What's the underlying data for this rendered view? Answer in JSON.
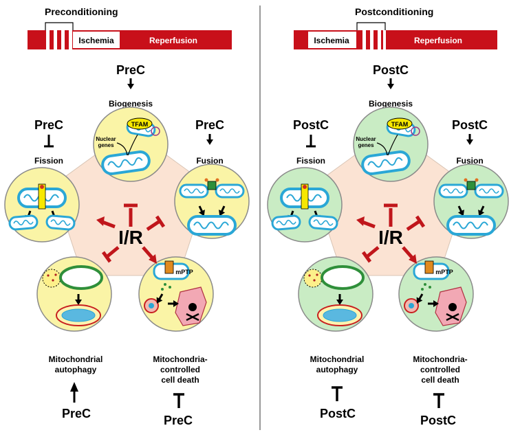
{
  "panels": [
    {
      "header": "Preconditioning",
      "timeline": {
        "ischemia": "Ischemia",
        "reperfusion": "Reperfusion"
      },
      "agent": "PreC",
      "circle_fill": "#faf4a6",
      "labels": {
        "biogenesis": "Biogenesis",
        "fission": "Fission",
        "fusion": "Fusion",
        "autophagy_line1": "Mitochondrial",
        "autophagy_line2": "autophagy",
        "death_line1": "Mitochondria-",
        "death_line2": "controlled",
        "death_line3": "cell death",
        "center": "I/R",
        "tfam": "TFAM",
        "nuclear1": "Nuclear",
        "nuclear2": "genes",
        "mptp": "mPTP"
      }
    },
    {
      "header": "Postconditioning",
      "timeline": {
        "ischemia": "Ischemia",
        "reperfusion": "Reperfusion"
      },
      "agent": "PostC",
      "circle_fill": "#c9ecc4",
      "labels": {
        "biogenesis": "Biogenesis",
        "fission": "Fission",
        "fusion": "Fusion",
        "autophagy_line1": "Mitochondrial",
        "autophagy_line2": "autophagy",
        "death_line1": "Mitochondria-",
        "death_line2": "controlled",
        "death_line3": "cell death",
        "center": "I/R",
        "tfam": "TFAM",
        "nuclear1": "Nuclear",
        "nuclear2": "genes",
        "mptp": "mPTP"
      }
    }
  ],
  "colors": {
    "bar_red": "#c8101a",
    "inhibit_red": "#c0161b",
    "pentagon": "#fbe3d3",
    "mito_outer": "#2aa7d6"
  }
}
